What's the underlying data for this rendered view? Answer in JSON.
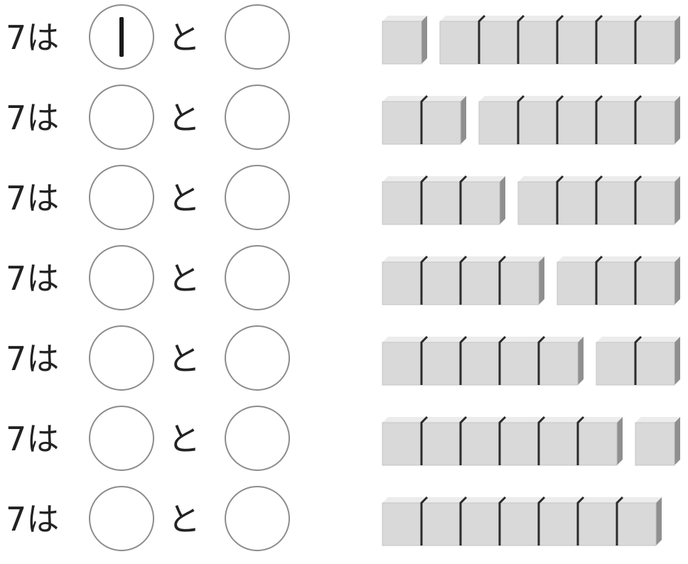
{
  "rows": [
    {
      "text": "7は",
      "connector": "と",
      "answer_a": "1",
      "answer_b": "",
      "group_a": 1,
      "group_b": 6
    },
    {
      "text": "7は",
      "connector": "と",
      "answer_a": "",
      "answer_b": "",
      "group_a": 2,
      "group_b": 5
    },
    {
      "text": "7は",
      "connector": "と",
      "answer_a": "",
      "answer_b": "",
      "group_a": 3,
      "group_b": 4
    },
    {
      "text": "7は",
      "connector": "と",
      "answer_a": "",
      "answer_b": "",
      "group_a": 4,
      "group_b": 3
    },
    {
      "text": "7は",
      "connector": "と",
      "answer_a": "",
      "answer_b": "",
      "group_a": 5,
      "group_b": 2
    },
    {
      "text": "7は",
      "connector": "と",
      "answer_a": "",
      "answer_b": "",
      "group_a": 6,
      "group_b": 1
    },
    {
      "text": "7は",
      "connector": "と",
      "answer_a": "",
      "answer_b": "",
      "group_a": 7,
      "group_b": 0
    }
  ],
  "colors": {
    "cube_face": "#d9d9d9",
    "cube_top": "#ececec",
    "cube_side": "#8f8f8f",
    "cube_divider": "#2b2b2b",
    "circle_border": "#8c8c8c"
  }
}
